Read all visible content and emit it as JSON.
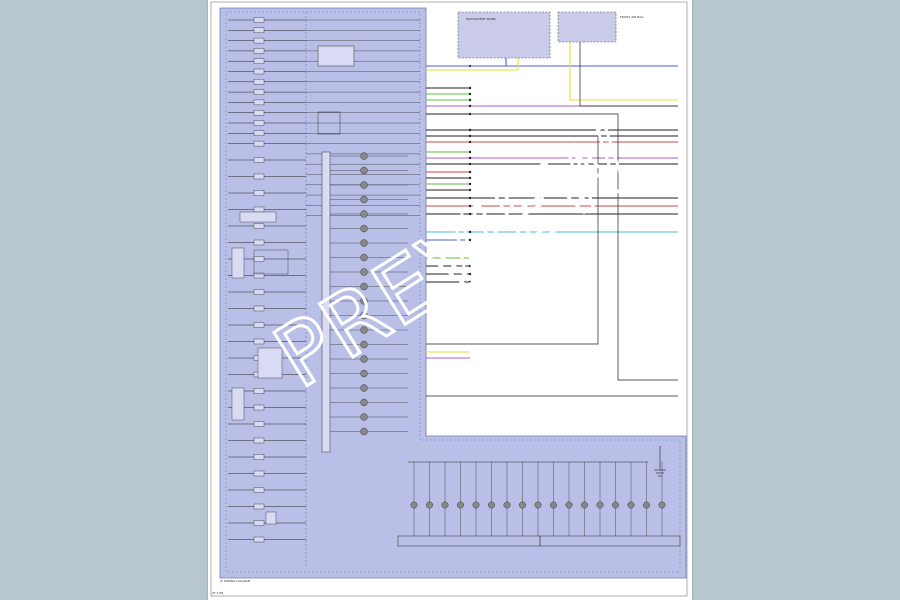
{
  "watermark": {
    "text": "PREVIEW"
  },
  "colors": {
    "page_bg": "#b8c6cf",
    "panel_fill": "#b9bfe6",
    "panel_stroke": "#6e7ab7",
    "purple_wire": "#b15ad1",
    "green_wire": "#5dbf42",
    "blue_wire": "#4f5fd0",
    "yellow_wire": "#e6e23a",
    "red_wire": "#cf4a4a",
    "cyan_wire": "#43bccf",
    "black_wire": "#222222"
  },
  "labels": {
    "module_top_mid": "INSTRUMENT PANEL",
    "module_top_right": "FRONT AIR BAG",
    "footer_left": "IC WIRING DIAGRAM",
    "footer_code": "AT 5 89"
  }
}
